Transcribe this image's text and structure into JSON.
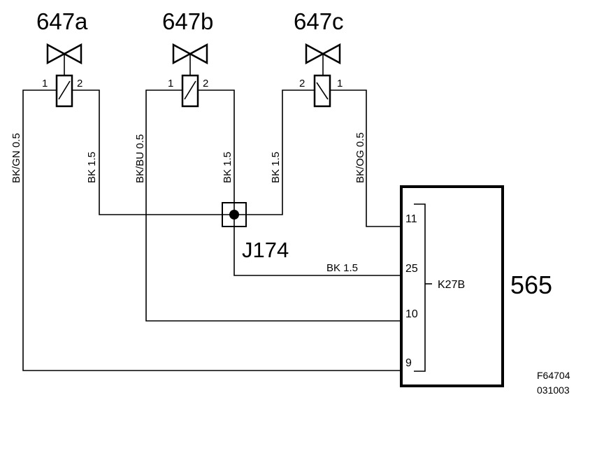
{
  "components": {
    "valve_a": {
      "label": "647a",
      "pin_left": "1",
      "pin_right": "2"
    },
    "valve_b": {
      "label": "647b",
      "pin_left": "1",
      "pin_right": "2"
    },
    "valve_c": {
      "label": "647c",
      "pin_left": "2",
      "pin_right": "1"
    },
    "junction": {
      "label": "J174"
    },
    "module": {
      "label": "565",
      "connector": "K27B",
      "pins": [
        "11",
        "25",
        "10",
        "9"
      ]
    }
  },
  "wires": {
    "w_a_left": "BK/GN  0.5",
    "w_a_right": "BK  1.5",
    "w_b_left": "BK/BU  0.5",
    "w_b_right": "BK  1.5",
    "w_c_left": "BK  1.5",
    "w_c_right": "BK/OG  0.5",
    "w_junction": "BK  1.5"
  },
  "footer": {
    "figure_id": "F64704",
    "date_code": "031003"
  }
}
